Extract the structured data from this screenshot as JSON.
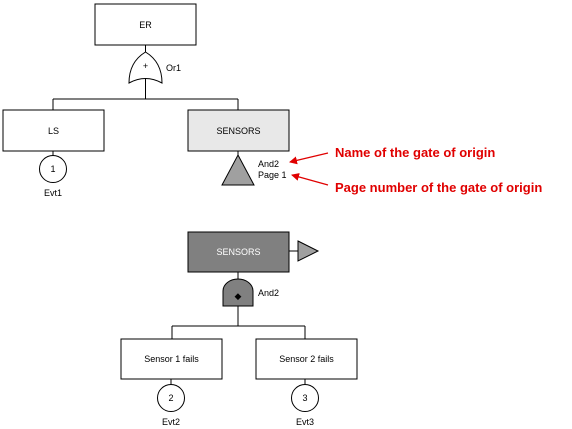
{
  "top_tree": {
    "root": {
      "label": "ER"
    },
    "or_gate": {
      "symbol": "+",
      "name": "Or1"
    },
    "left_child": {
      "label": "LS",
      "event_number": "1",
      "event_name": "Evt1"
    },
    "right_child": {
      "label": "SENSORS",
      "transfer_name": "And2",
      "transfer_page": "Page 1"
    }
  },
  "annotations": {
    "gate_name": "Name of the gate of origin",
    "page_number": "Page number of the gate of origin",
    "color": "#e00000"
  },
  "bottom_tree": {
    "root": {
      "label": "SENSORS"
    },
    "and_gate": {
      "symbol": "◆",
      "name": "And2"
    },
    "left_child": {
      "label": "Sensor 1 fails",
      "event_number": "2",
      "event_name": "Evt2"
    },
    "right_child": {
      "label": "Sensor 2 fails",
      "event_number": "3",
      "event_name": "Evt3"
    }
  },
  "colors": {
    "highlight_box": "#e8e8e8",
    "dark_box": "#808080",
    "gate_fill": "#808080",
    "transfer_fill": "#a0a0a0"
  }
}
